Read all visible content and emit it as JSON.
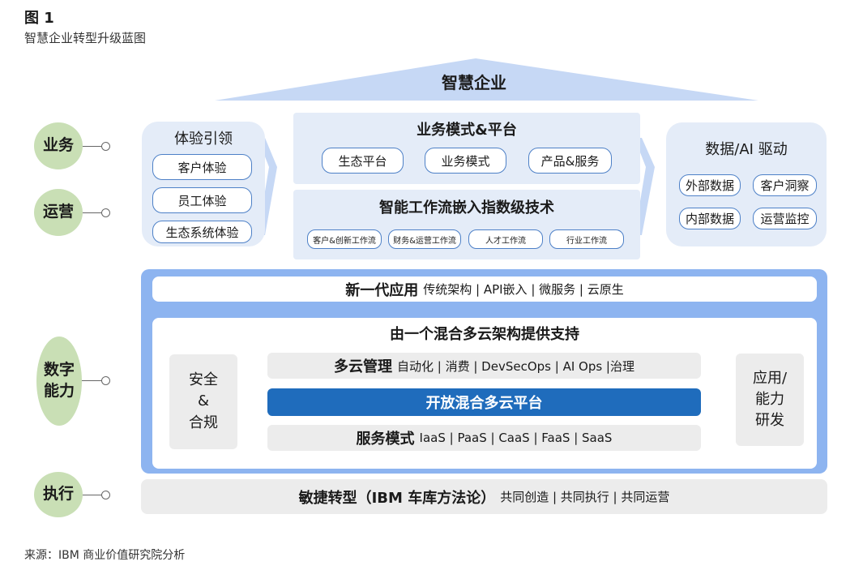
{
  "figure": {
    "number": "图 1",
    "subtitle": "智慧企业转型升级蓝图"
  },
  "roof": {
    "title": "智慧企业"
  },
  "rows": {
    "business": "业务",
    "operations": "运营",
    "digital_line1": "数字",
    "digital_line2": "能力",
    "execution": "执行"
  },
  "experience": {
    "title": "体验引领",
    "items": [
      "客户体验",
      "员工体验",
      "生态系统体验"
    ]
  },
  "business_model": {
    "title": "业务模式&平台",
    "items": [
      "生态平台",
      "业务模式",
      "产品&服务"
    ]
  },
  "workflow": {
    "title": "智能工作流嵌入指数级技术",
    "items": [
      "客户&创新工作流",
      "财务&运营工作流",
      "人才工作流",
      "行业工作流"
    ]
  },
  "data_ai": {
    "title": "数据/AI 驱动",
    "items": [
      "外部数据",
      "客户洞察",
      "内部数据",
      "运营监控"
    ]
  },
  "new_apps": {
    "title": "新一代应用",
    "detail": "传统架构 | API嵌入 | 微服务 | 云原生"
  },
  "hybrid": {
    "title": "由一个混合多云架构提供支持"
  },
  "multicloud_mgmt": {
    "title": "多云管理",
    "detail": "自动化 | 消费 | DevSecOps | AI Ops |治理"
  },
  "open_platform": {
    "title": "开放混合多云平台"
  },
  "service_model": {
    "title": "服务模式",
    "detail": "IaaS | PaaS | CaaS | FaaS | SaaS"
  },
  "security": {
    "line1": "安全",
    "line2": "&",
    "line3": "合规"
  },
  "rnd": {
    "line1": "应用/",
    "line2": "能力",
    "line3": "研发"
  },
  "agile": {
    "title": "敏捷转型（IBM 车库方法论）",
    "detail": "共同创造 | 共同执行 | 共同运营"
  },
  "source": "来源：IBM 商业价值研究院分析",
  "colors": {
    "green": "#c9dfb5",
    "panel": "#e4ecf8",
    "frame_blue": "#8db4f0",
    "platform_blue": "#1f6cbc",
    "pill_border": "#4d80c7",
    "grey": "#ececec"
  }
}
